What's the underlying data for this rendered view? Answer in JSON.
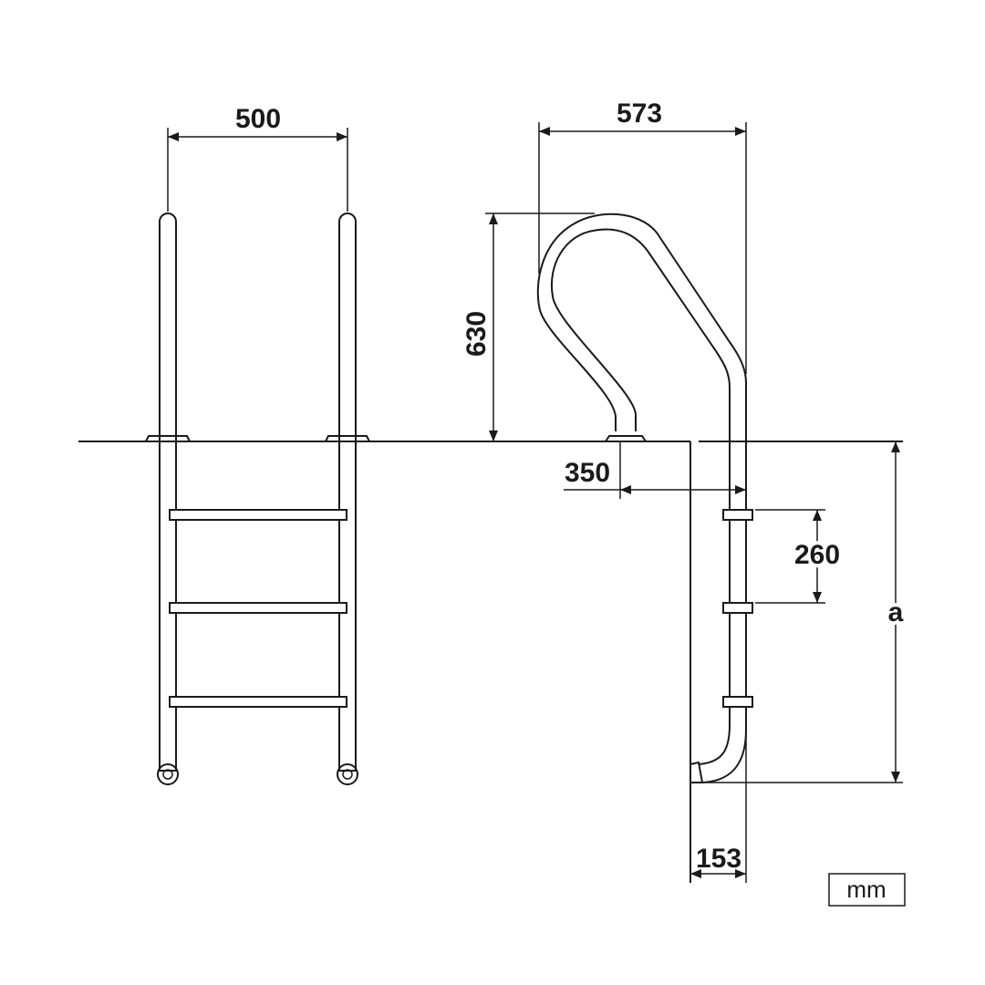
{
  "dimensions": {
    "ladder_width": "500",
    "handrail_depth": "573",
    "handrail_height": "630",
    "wall_offset": "350",
    "step_spacing": "260",
    "ladder_depth": "a",
    "bottom_offset": "153"
  },
  "units_label": "mm",
  "colors": {
    "line": "#1a1a1a",
    "background": "#ffffff"
  }
}
